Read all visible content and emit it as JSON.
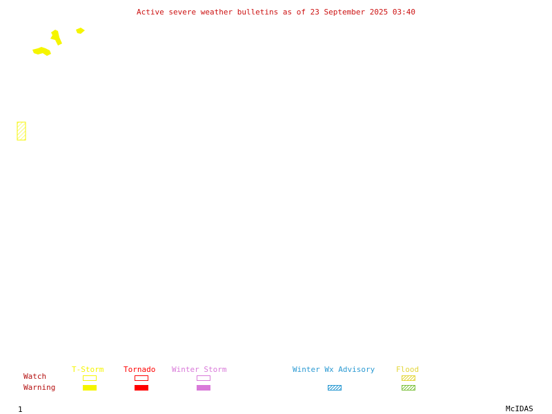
{
  "title": "Active severe weather bulletins as of 23 September 2025 03:40",
  "colors": {
    "title": "#cc1111",
    "row_labels": "#b41010",
    "tstorm": "#f5f500",
    "tornado": "#ff0000",
    "winter_storm": "#d97ad9",
    "winter_wx_advisory": "#2d9bd3",
    "flood": "#e3d63a",
    "flood_warning": "#7fc241",
    "footer": "#000000"
  },
  "legend": {
    "watch_label": "Watch",
    "warning_label": "Warning",
    "categories": {
      "tstorm": "T-Storm",
      "tornado": "Tornado",
      "winter_storm": "Winter Storm",
      "winter_wx_advisory": "Winter Wx Advisory",
      "flood": "Flood"
    }
  },
  "footer": {
    "frame_number": "1",
    "product": "McIDAS"
  }
}
